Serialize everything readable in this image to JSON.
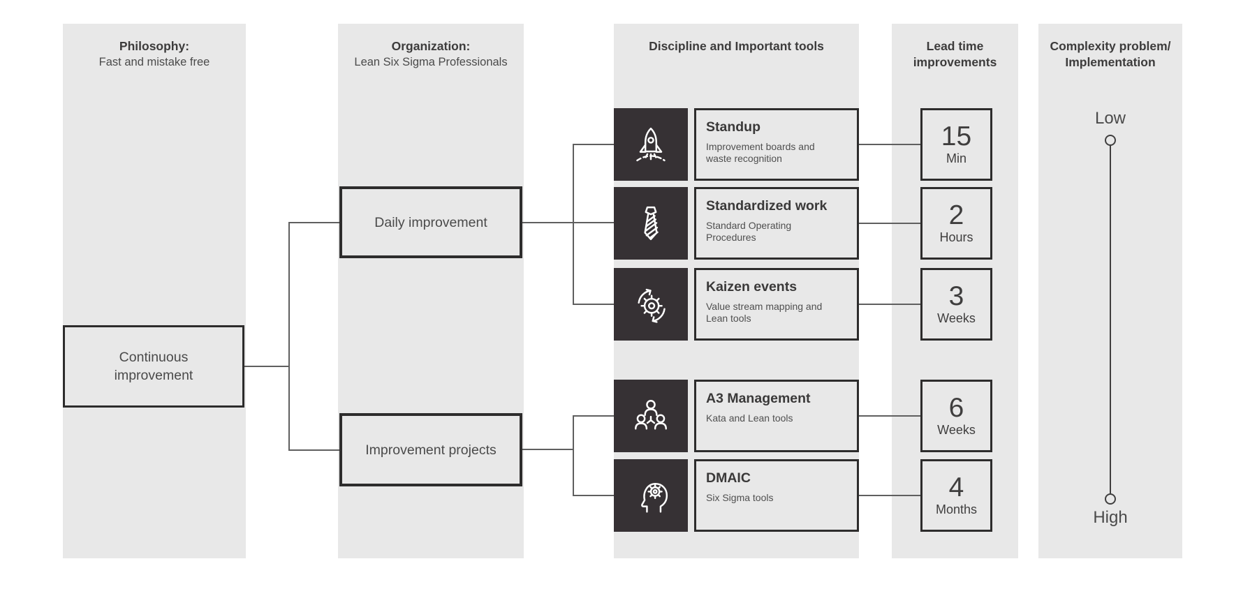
{
  "philosophy": {
    "title": "Philosophy:",
    "subtitle": "Fast and mistake free",
    "node_label": "Continuous improvement"
  },
  "organization": {
    "title": "Organization:",
    "subtitle": "Lean Six Sigma Professionals",
    "daily_label": "Daily improvement",
    "projects_label": "Improvement projects"
  },
  "tools": {
    "title": "Discipline and Important tools",
    "rows": [
      {
        "icon": "rocket-icon",
        "title": "Standup",
        "subtitle": "Improvement boards and waste recognition",
        "lead_value": "15",
        "lead_unit": "Min"
      },
      {
        "icon": "necktie-icon",
        "title": "Standardized work",
        "subtitle": "Standard Operating Procedures",
        "lead_value": "2",
        "lead_unit": "Hours"
      },
      {
        "icon": "gear-sync-icon",
        "title": "Kaizen events",
        "subtitle": "Value stream mapping and Lean tools",
        "lead_value": "3",
        "lead_unit": "Weeks"
      },
      {
        "icon": "team-icon",
        "title": "A3 Management",
        "subtitle": "Kata and Lean tools",
        "lead_value": "6",
        "lead_unit": "Weeks"
      },
      {
        "icon": "head-gear-icon",
        "title": "DMAIC",
        "subtitle": "Six Sigma tools",
        "lead_value": "4",
        "lead_unit": "Months"
      }
    ]
  },
  "lead_time": {
    "title": "Lead time improvements"
  },
  "complexity": {
    "title": "Complexity problem/ Implementation",
    "low_label": "Low",
    "high_label": "High"
  },
  "colors": {
    "column_background": "#e8e8e8",
    "icon_tile_background": "#363134",
    "box_border": "#2d2c2c",
    "connector_line": "#5f5f5f",
    "icon_stroke": "#ffffff",
    "page_background": "#ffffff"
  }
}
